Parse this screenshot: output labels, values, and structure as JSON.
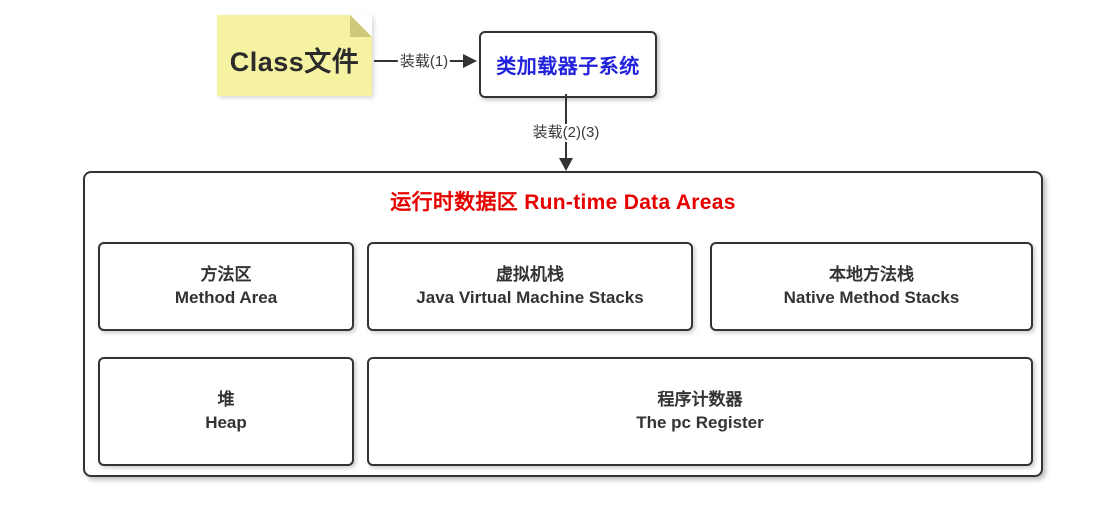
{
  "nodes": {
    "class_file": {
      "label": "Class文件"
    },
    "class_loader": {
      "label": "类加载器子系统"
    }
  },
  "edges": {
    "load1": {
      "label": "装载(1)"
    },
    "load23": {
      "label": "装载(2)(3)"
    }
  },
  "runtime": {
    "title": "运行时数据区 Run-time Data Areas",
    "boxes": [
      {
        "zh": "方法区",
        "en": "Method Area"
      },
      {
        "zh": "虚拟机栈",
        "en": "Java Virtual Machine Stacks"
      },
      {
        "zh": "本地方法栈",
        "en": "Native Method Stacks"
      },
      {
        "zh": "堆",
        "en": "Heap"
      },
      {
        "zh": "程序计数器",
        "en": "The pc Register"
      }
    ]
  },
  "colors": {
    "title_red": "#e60000",
    "loader_blue": "#2222dd",
    "note_yellow": "#f5f2a2",
    "line_dark": "#333333"
  }
}
